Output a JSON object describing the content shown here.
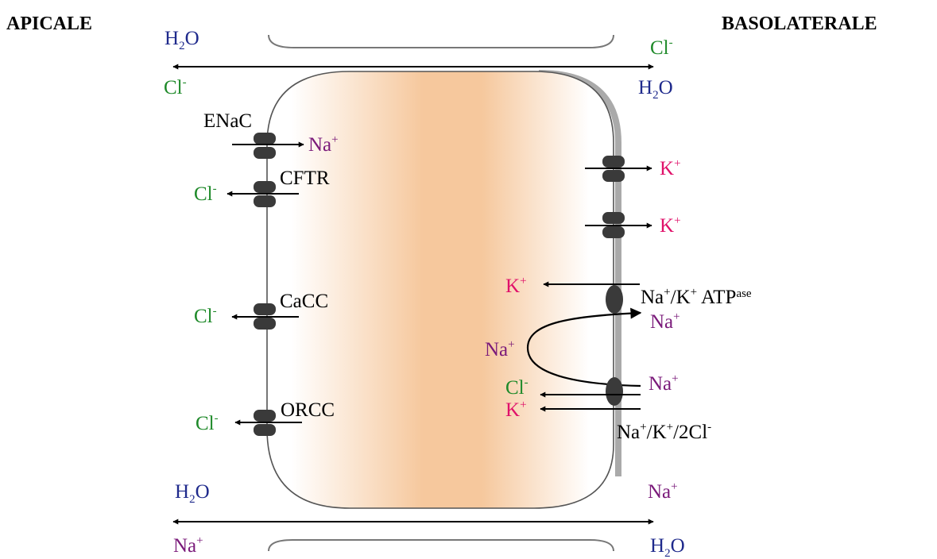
{
  "sides": {
    "apical": "APICALE",
    "basolateral": "BASOLATERALE"
  },
  "colors": {
    "water": "#1f2a8c",
    "chloride": "#1f8a2a",
    "sodium": "#7a1a7a",
    "potassium": "#e0116a",
    "membrane": "#7f7f7f",
    "channel": "#3a3a3a",
    "cytoplasm": "#f5c9a0"
  },
  "ions": {
    "h2o": {
      "base": "H",
      "sub": "2",
      "tail": "O"
    },
    "cl": {
      "base": "Cl",
      "sup": "-"
    },
    "na": {
      "base": "Na",
      "sup": "+"
    },
    "k": {
      "base": "K",
      "sup": "+"
    }
  },
  "channels": {
    "enac": "ENaC",
    "cftr": "CFTR",
    "cacc": "CaCC",
    "orcc": "ORCC",
    "atpase": {
      "na": "Na",
      "sup1": "+",
      "k": "/K",
      "sup2": "+",
      "atp": " ATP",
      "supAtp": "ase"
    },
    "nkcc": {
      "na": "Na",
      "sup1": "+",
      "k": "/K",
      "sup2": "+",
      "cl": "/2Cl",
      "sup3": "-"
    }
  }
}
